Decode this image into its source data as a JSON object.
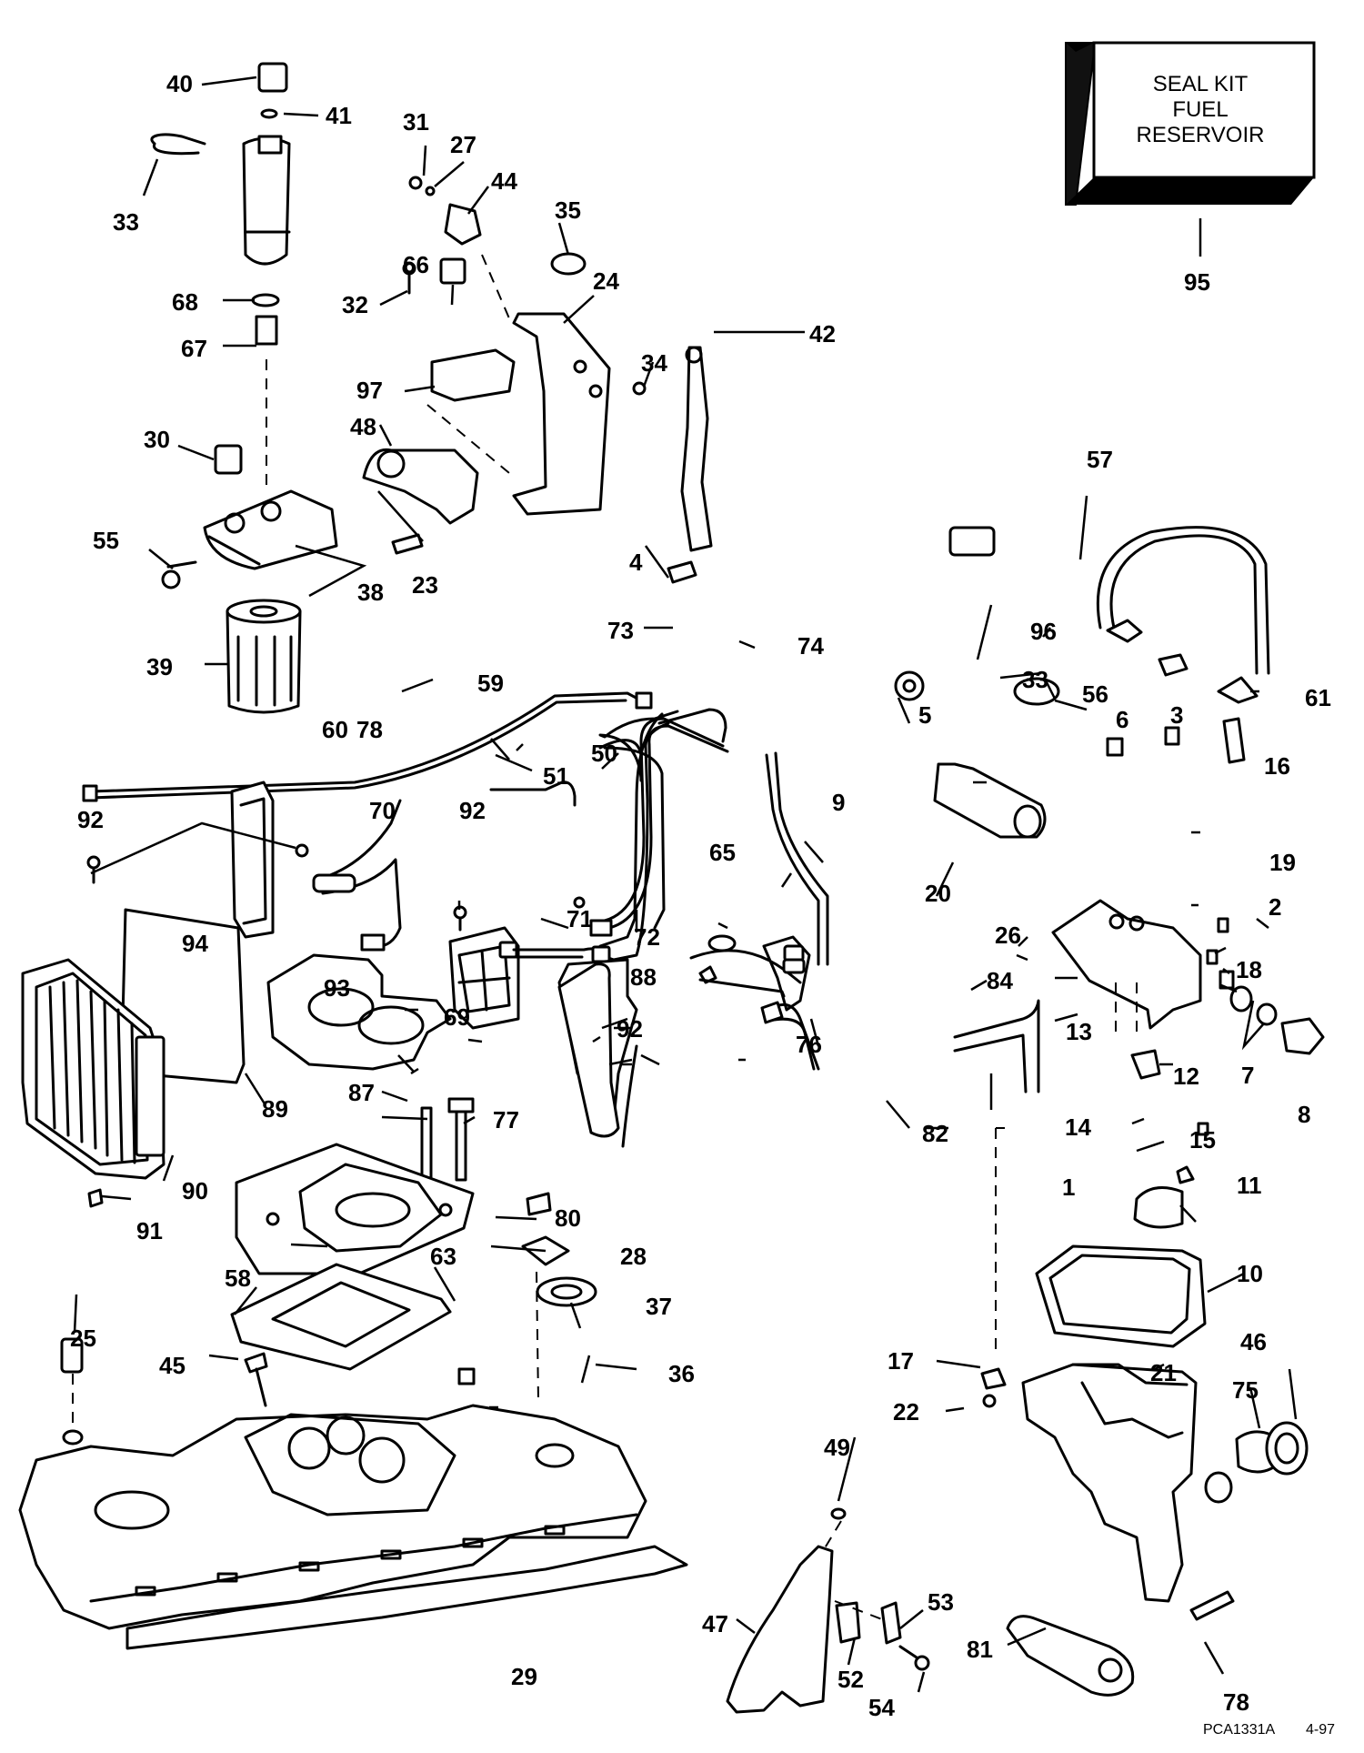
{
  "seal_kit": {
    "line1": "SEAL KIT",
    "line2": "FUEL",
    "line3": "RESERVOIR"
  },
  "footer": {
    "code": "PCA1331A",
    "date": "4-97"
  },
  "callouts": {
    "c1": "1",
    "c2": "2",
    "c3": "3",
    "c4": "4",
    "c5": "5",
    "c6": "6",
    "c7": "7",
    "c8": "8",
    "c9": "9",
    "c10": "10",
    "c11": "11",
    "c12": "12",
    "c13": "13",
    "c14": "14",
    "c15": "15",
    "c16": "16",
    "c17": "17",
    "c18": "18",
    "c19": "19",
    "c20": "20",
    "c21": "21",
    "c22": "22",
    "c23": "23",
    "c24": "24",
    "c25": "25",
    "c26": "26",
    "c27": "27",
    "c28": "28",
    "c29": "29",
    "c30": "30",
    "c31": "31",
    "c32": "32",
    "c33a": "33",
    "c33b": "33",
    "c34": "34",
    "c35": "35",
    "c36": "36",
    "c37": "37",
    "c38": "38",
    "c39": "39",
    "c40": "40",
    "c41": "41",
    "c42": "42",
    "c44": "44",
    "c45": "45",
    "c46": "46",
    "c47": "47",
    "c48": "48",
    "c49": "49",
    "c50": "50",
    "c51": "51",
    "c52": "52",
    "c53": "53",
    "c54": "54",
    "c55": "55",
    "c56": "56",
    "c57": "57",
    "c58": "58",
    "c59": "59",
    "c60": "60",
    "c61": "61",
    "c63": "63",
    "c65": "65",
    "c66": "66",
    "c67": "67",
    "c68": "68",
    "c69": "69",
    "c70": "70",
    "c71": "71",
    "c72": "72",
    "c73": "73",
    "c74": "74",
    "c75": "75",
    "c76": "76",
    "c77": "77",
    "c78a": "78",
    "c78b": "78",
    "c80": "80",
    "c81": "81",
    "c82": "82",
    "c84": "84",
    "c87": "87",
    "c88": "88",
    "c89": "89",
    "c90": "90",
    "c91": "91",
    "c92a": "92",
    "c92b": "92",
    "c92c": "92",
    "c93": "93",
    "c94": "94",
    "c95": "95",
    "c96": "96",
    "c97": "97"
  }
}
